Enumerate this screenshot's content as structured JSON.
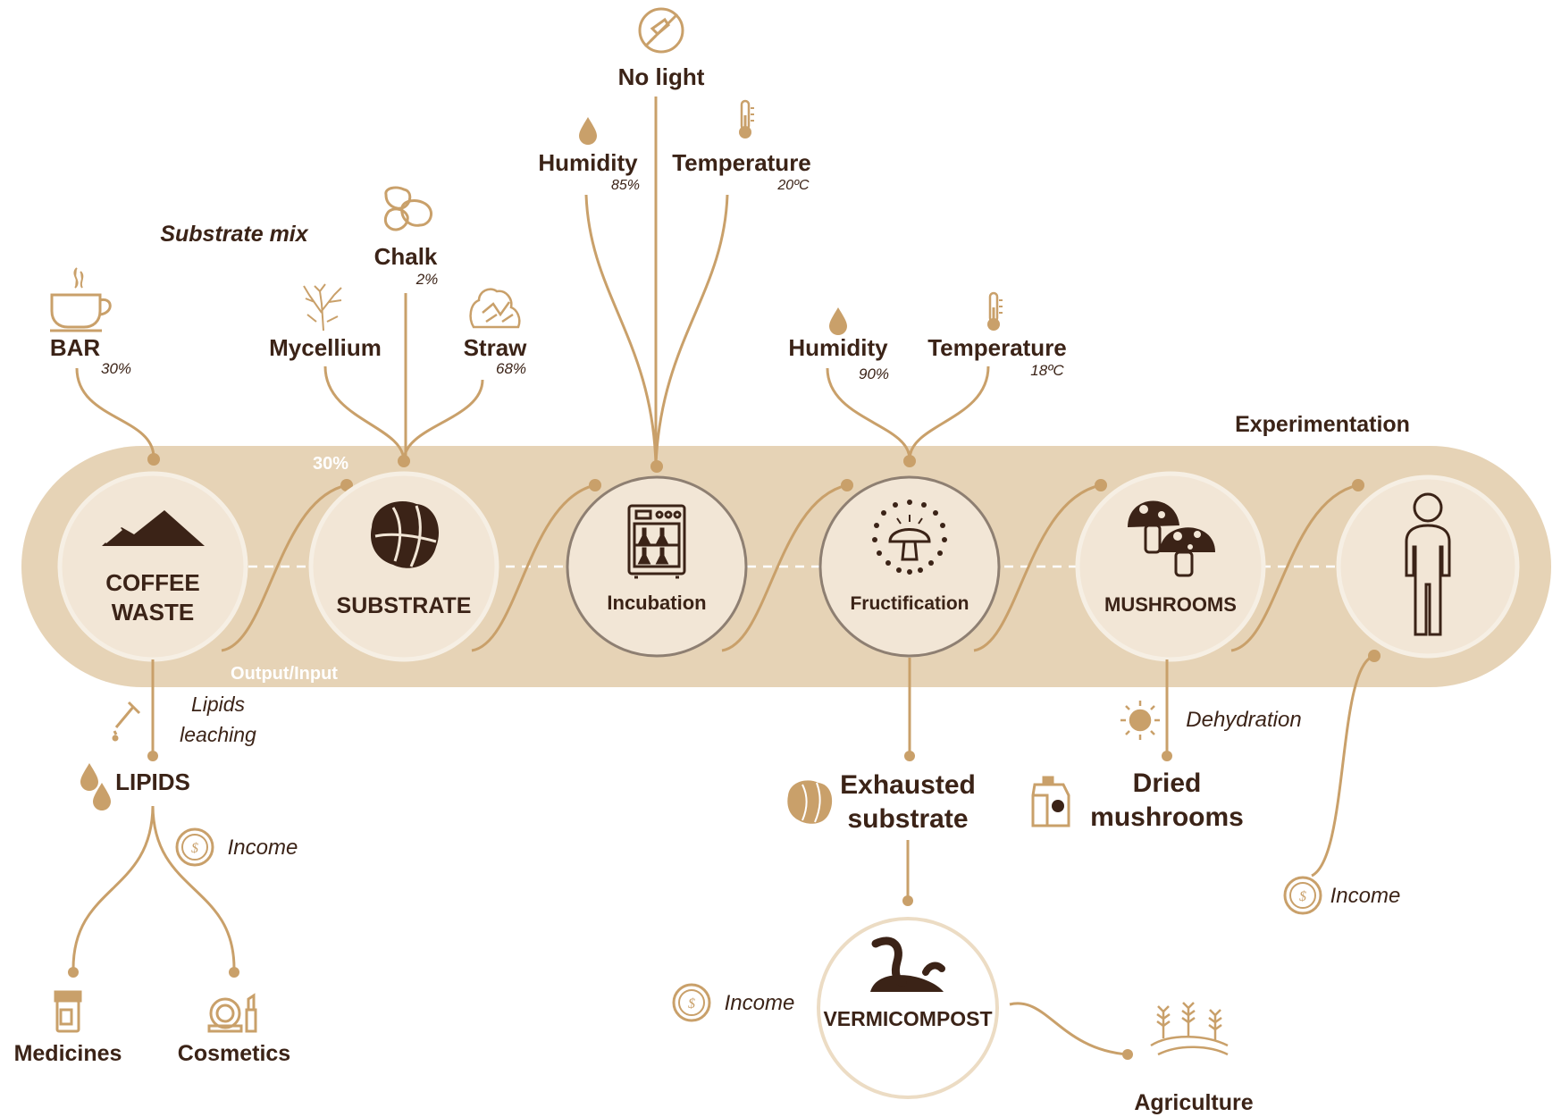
{
  "colors": {
    "band": "#e6d3b6",
    "circle": "#f2e6d6",
    "ring_light": "#f6efe4",
    "ring_dark": "#8e7f72",
    "line": "#c8a677",
    "text_dark": "#3b2317",
    "text_light": "#ffffff",
    "icon_tan": "#c9a06a",
    "icon_dark": "#3b2317"
  },
  "header": {
    "substrate_mix": "Substrate mix",
    "experimentation": "Experimentation"
  },
  "inputs": {
    "bar": {
      "label": "BAR",
      "value": "30%",
      "icon": "coffee-cup-icon"
    },
    "mycellium": {
      "label": "Mycellium",
      "icon": "mycelium-icon"
    },
    "chalk": {
      "label": "Chalk",
      "value": "2%",
      "icon": "chalk-icon"
    },
    "straw": {
      "label": "Straw",
      "value": "68%",
      "icon": "straw-icon"
    },
    "no_light": {
      "label": "No light",
      "icon": "no-light-icon"
    },
    "incubation_humidity": {
      "label": "Humidity",
      "value": "85%",
      "icon": "droplet-icon"
    },
    "incubation_temperature": {
      "label": "Temperature",
      "value": "20ºC",
      "icon": "thermometer-icon"
    },
    "fruct_humidity": {
      "label": "Humidity",
      "value": "90%",
      "icon": "droplet-icon"
    },
    "fruct_temperature": {
      "label": "Temperature",
      "value": "18ºC",
      "icon": "thermometer-icon"
    }
  },
  "band": {
    "percent": "30%",
    "output_input": "Output/Input"
  },
  "stages": [
    {
      "id": "coffee-waste",
      "line1": "COFFEE",
      "line2": "WASTE",
      "icon": "coffee-grounds-icon"
    },
    {
      "id": "substrate",
      "line1": "SUBSTRATE",
      "icon": "substrate-ball-icon"
    },
    {
      "id": "incubation",
      "line1": "Incubation",
      "icon": "incubator-icon"
    },
    {
      "id": "fructification",
      "line1": "Fructification",
      "icon": "sprouting-mushroom-icon"
    },
    {
      "id": "mushrooms",
      "line1": "MUSHROOMS",
      "icon": "mushrooms-icon"
    },
    {
      "id": "consumer",
      "icon": "person-icon"
    }
  ],
  "outputs": {
    "lipids_leaching_1": "Lipids",
    "lipids_leaching_2": "leaching",
    "lipids": "LIPIDS",
    "lipids_income": "Income",
    "medicines": "Medicines",
    "cosmetics": "Cosmetics",
    "exhausted_1": "Exhausted",
    "exhausted_2": "substrate",
    "vermicompost": "VERMICOMPOST",
    "vermicompost_income": "Income",
    "agriculture": "Agriculture",
    "dehydration": "Dehydration",
    "dried_1": "Dried",
    "dried_2": "mushrooms",
    "consumer_income": "Income"
  }
}
